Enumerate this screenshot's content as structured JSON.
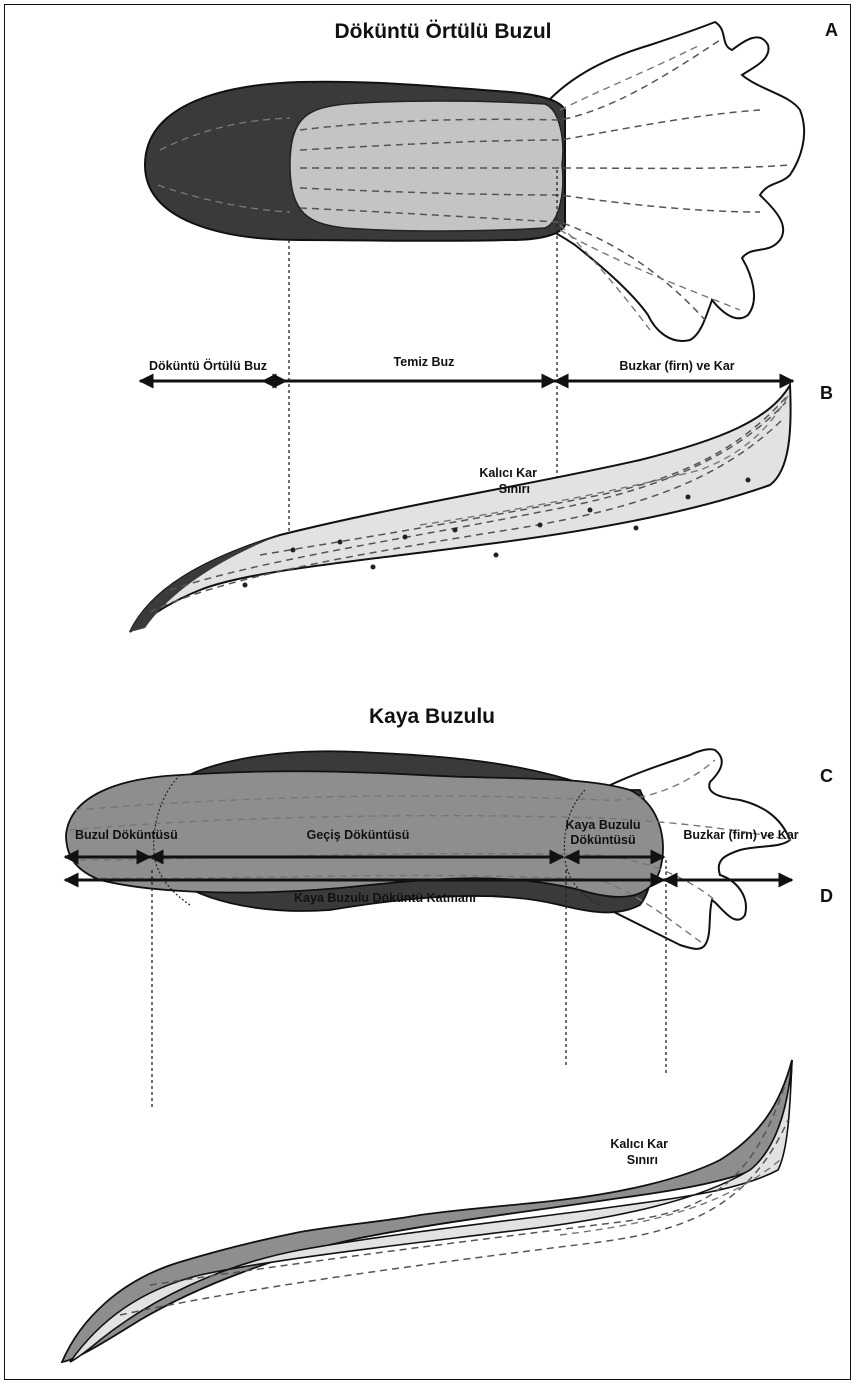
{
  "diagram_a": {
    "title": "Döküntü Örtülü Buzul",
    "panel_a": "A",
    "panel_b": "B",
    "zones": [
      "Döküntü Örtülü Buz",
      "Temiz Buz",
      "Buzkar (firn) ve Kar"
    ],
    "snowline_label_1": "Kalıcı Kar",
    "snowline_label_2": "Sınırı"
  },
  "diagram_b": {
    "title": "Kaya Buzulu",
    "panel_c": "C",
    "panel_d": "D",
    "zones": [
      "Buzul Döküntüsü",
      "Geçiş Döküntüsü",
      "Kaya Buzulu",
      "Döküntüsü",
      "Buzkar (firn) ve Kar"
    ],
    "layer_label": "Kaya Buzulu Döküntü Katmanı",
    "snowline_label_1": "Kalıcı Kar",
    "snowline_label_2": "Sınırı"
  },
  "colors": {
    "debris_dark": "#3c3c3c",
    "clean_ice": "#c6c6c6",
    "rock_medium": "#8e8e8e",
    "profile_fill": "#e4e4e4"
  }
}
